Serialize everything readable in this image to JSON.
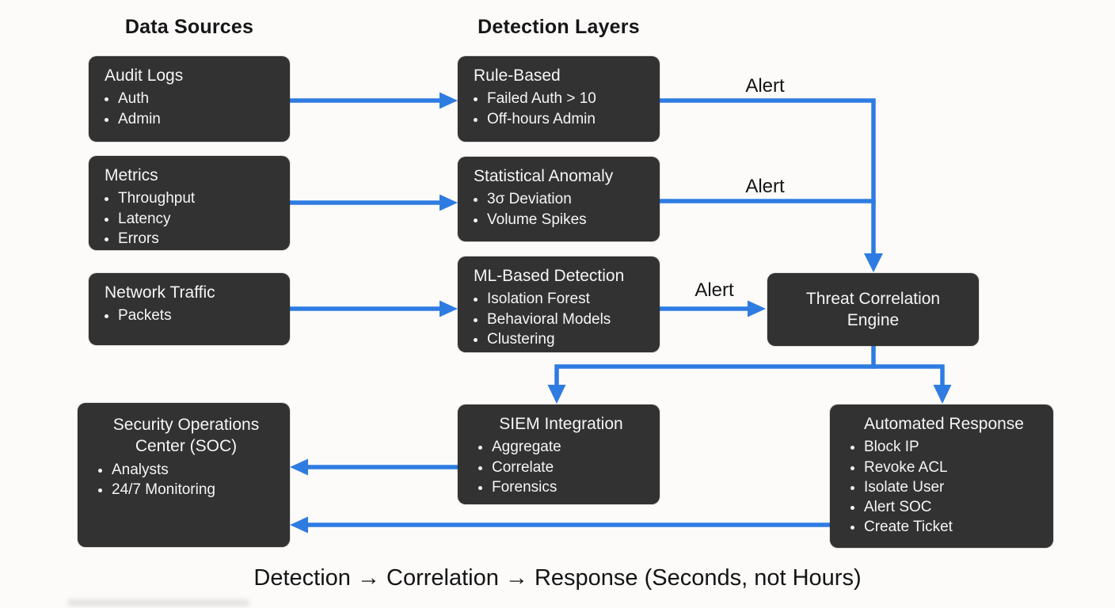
{
  "headers": {
    "data_sources": "Data Sources",
    "detection_layers": "Detection Layers"
  },
  "nodes": [
    {
      "id": "audit-logs",
      "title": "Audit Logs",
      "bullets": [
        "Auth",
        "Admin"
      ]
    },
    {
      "id": "metrics",
      "title": "Metrics",
      "bullets": [
        "Throughput",
        "Latency",
        "Errors"
      ]
    },
    {
      "id": "network-traffic",
      "title": "Network Traffic",
      "bullets": [
        "Packets"
      ]
    },
    {
      "id": "rule-based",
      "title": "Rule-Based",
      "bullets": [
        "Failed Auth > 10",
        "Off-hours Admin"
      ]
    },
    {
      "id": "statistical-anomaly",
      "title": "Statistical Anomaly",
      "bullets": [
        "3σ Deviation",
        "Volume Spikes"
      ]
    },
    {
      "id": "ml-based-detection",
      "title": "ML-Based Detection",
      "bullets": [
        "Isolation Forest",
        "Behavioral Models",
        "Clustering"
      ]
    },
    {
      "id": "threat-correlation",
      "title": "Threat Correlation Engine",
      "bullets": []
    },
    {
      "id": "siem-integration",
      "title": "SIEM Integration",
      "bullets": [
        "Aggregate",
        "Correlate",
        "Forensics"
      ]
    },
    {
      "id": "automated-response",
      "title": "Automated Response",
      "bullets": [
        "Block IP",
        "Revoke ACL",
        "Isolate User",
        "Alert SOC",
        "Create Ticket"
      ]
    },
    {
      "id": "soc",
      "title": "Security Operations Center (SOC)",
      "bullets": [
        "Analysts",
        "24/7 Monitoring"
      ]
    }
  ],
  "edge_labels": {
    "alert_rule_based": "Alert",
    "alert_statistical": "Alert",
    "alert_ml": "Alert"
  },
  "caption": "Detection → Correlation → Response (Seconds, not Hours)",
  "colors": {
    "node_background": "#323232",
    "node_text": "#f5f5f5",
    "arrow_blue": "#2e7ce2",
    "heading_text": "#161616",
    "background": "#fcfbfa"
  }
}
